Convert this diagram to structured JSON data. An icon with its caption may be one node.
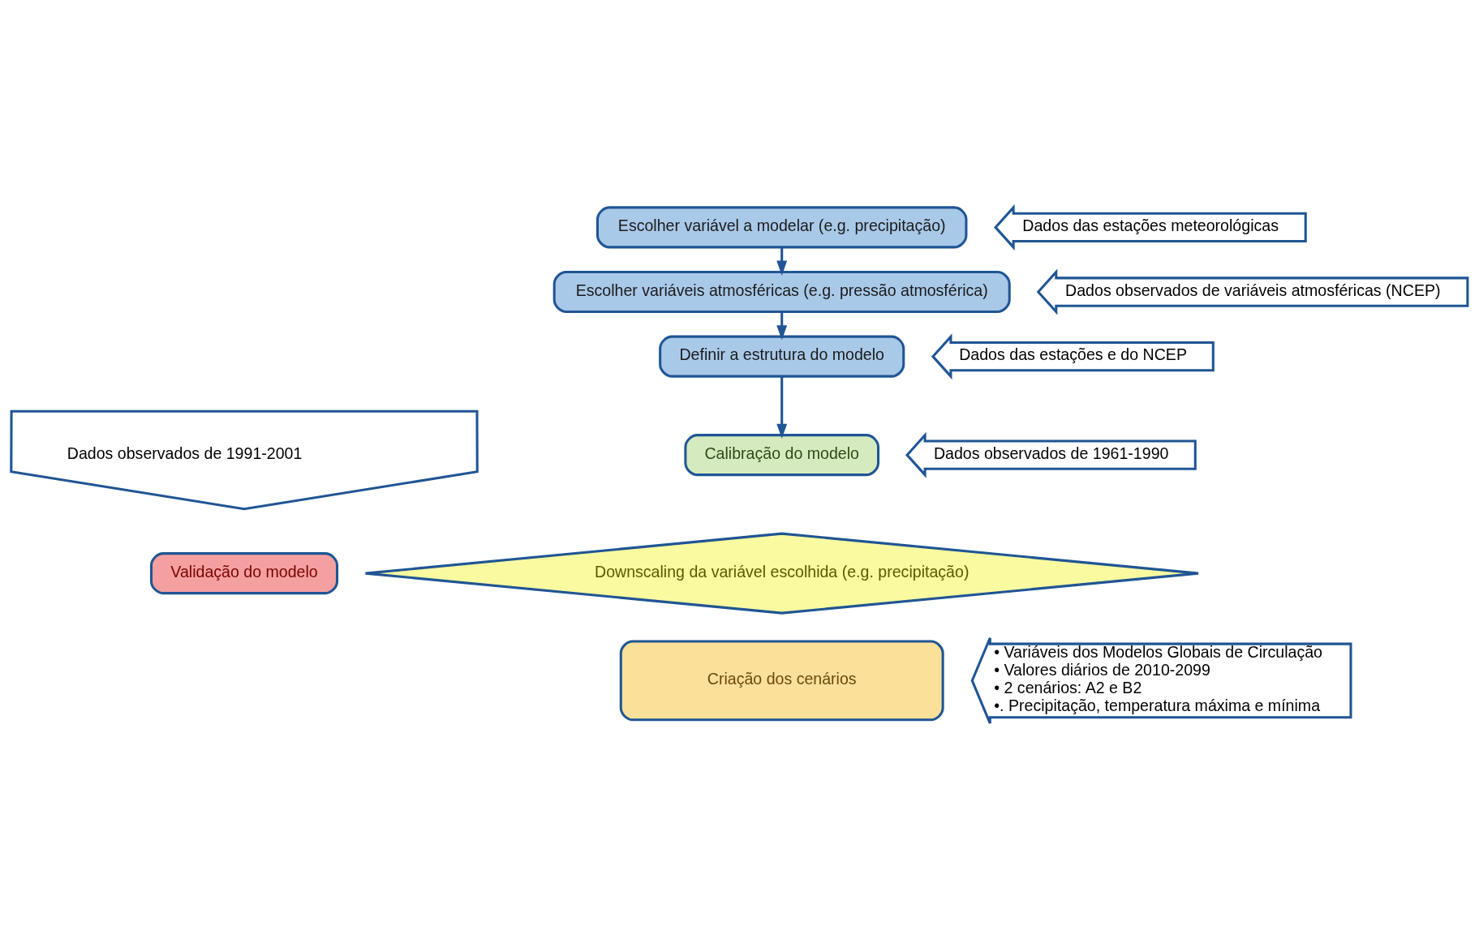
{
  "diagram": {
    "nodes": [
      {
        "text": [
          "Escolher variável a modelar (e.g. precipitação)"
        ]
      },
      {
        "text": [
          "Dados das estações meteorológicas"
        ]
      },
      {
        "text": [
          "Escolher variáveis atmosféricas (e.g. pressão atmosférica)"
        ]
      },
      {
        "text": [
          "Dados observados de variáveis atmosféricas (NCEP)"
        ]
      },
      {
        "text": [
          "Definir a estrutura do modelo"
        ]
      },
      {
        "text": [
          "Dados das estações e do NCEP"
        ]
      },
      {
        "text": [
          "Dados observados de 1991-2001"
        ]
      },
      {
        "text": [
          "Calibração do modelo"
        ]
      },
      {
        "text": [
          "Dados observados de 1961-1990"
        ]
      },
      {
        "text": [
          "Validação do modelo"
        ]
      },
      {
        "text": [
          "Downscaling da variável escolhida (e.g. precipitação)"
        ]
      },
      {
        "text": [
          "Criação dos cenários"
        ]
      },
      {
        "text": [
          "• Variáveis dos Modelos Globais de Circulação",
          "• Valores diários de 2010-2099",
          "• 2 cenários: A2 e B2",
          "•. Precipitação, temperatura máxima e mínima"
        ]
      }
    ],
    "edges": [
      {
        "from": 0,
        "to": 2,
        "arrow": "to"
      },
      {
        "from": 2,
        "to": 4,
        "arrow": "to"
      },
      {
        "from": 4,
        "to": 7,
        "arrow": "to"
      }
    ]
  }
}
